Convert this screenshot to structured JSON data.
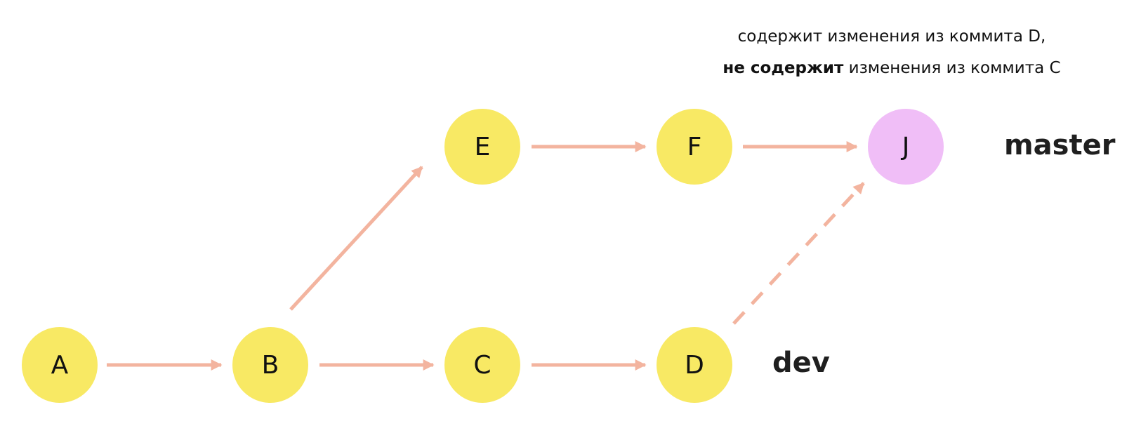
{
  "annotation": {
    "line1": "содержит изменения из коммита D,",
    "line2_bold": "не содержит",
    "line2_rest": " изменения из коммита C"
  },
  "commits": {
    "A": "A",
    "B": "B",
    "C": "C",
    "D": "D",
    "E": "E",
    "F": "F",
    "J": "J"
  },
  "branches": {
    "master": "master",
    "dev": "dev"
  },
  "colors": {
    "commit": "#f8e964",
    "merge_commit": "#f0bef7",
    "arrow": "#f3b49f",
    "text": "#111111"
  }
}
